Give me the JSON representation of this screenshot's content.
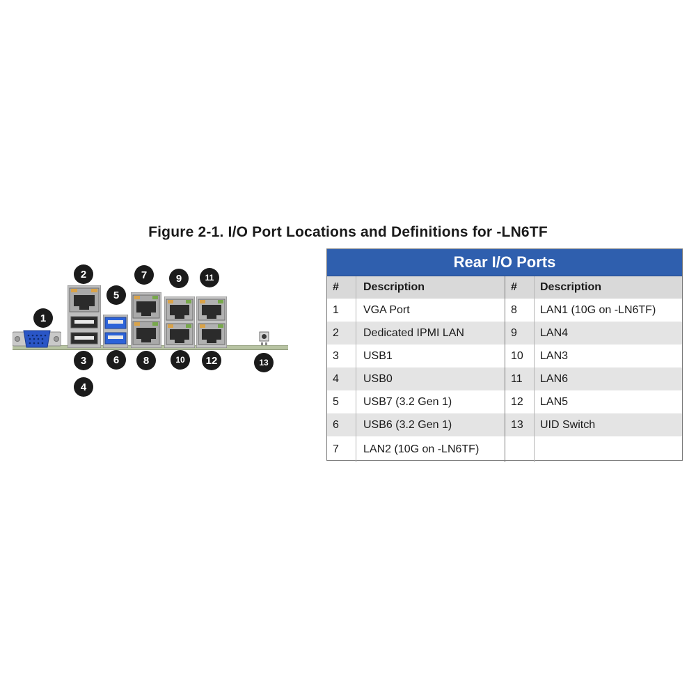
{
  "figure": {
    "title": "Figure 2-1. I/O Port Locations and Definitions for -LN6TF"
  },
  "panel": {
    "callouts": [
      "1",
      "2",
      "3",
      "4",
      "5",
      "6",
      "7",
      "8",
      "9",
      "10",
      "11",
      "12",
      "13"
    ]
  },
  "table": {
    "header": "Rear I/O Ports",
    "col_num": "#",
    "col_desc": "Description",
    "rows": [
      {
        "left_num": "1",
        "left_desc": "VGA Port",
        "right_num": "8",
        "right_desc": "LAN1 (10G on -LN6TF)"
      },
      {
        "left_num": "2",
        "left_desc": "Dedicated IPMI LAN",
        "right_num": "9",
        "right_desc": "LAN4"
      },
      {
        "left_num": "3",
        "left_desc": "USB1",
        "right_num": "10",
        "right_desc": "LAN3"
      },
      {
        "left_num": "4",
        "left_desc": "USB0",
        "right_num": "11",
        "right_desc": "LAN6"
      },
      {
        "left_num": "5",
        "left_desc": "USB7 (3.2 Gen 1)",
        "right_num": "12",
        "right_desc": "LAN5"
      },
      {
        "left_num": "6",
        "left_desc": "USB6 (3.2 Gen 1)",
        "right_num": "13",
        "right_desc": "UID Switch"
      },
      {
        "left_num": "7",
        "left_desc": "LAN2 (10G on -LN6TF)",
        "right_num": "",
        "right_desc": ""
      }
    ]
  },
  "colors": {
    "table_header_bg": "#2f5fae",
    "column_header_bg": "#d9d9d9",
    "alt_row_bg": "#e4e4e4",
    "callout_bg": "#1b1b1b",
    "vga_blue": "#2a56c6",
    "usb3_blue": "#2d63d8"
  },
  "icons": [
    "vga-port-icon",
    "rj45-port-icon",
    "usb-port-icon",
    "usb3-port-icon",
    "uid-switch-icon"
  ]
}
